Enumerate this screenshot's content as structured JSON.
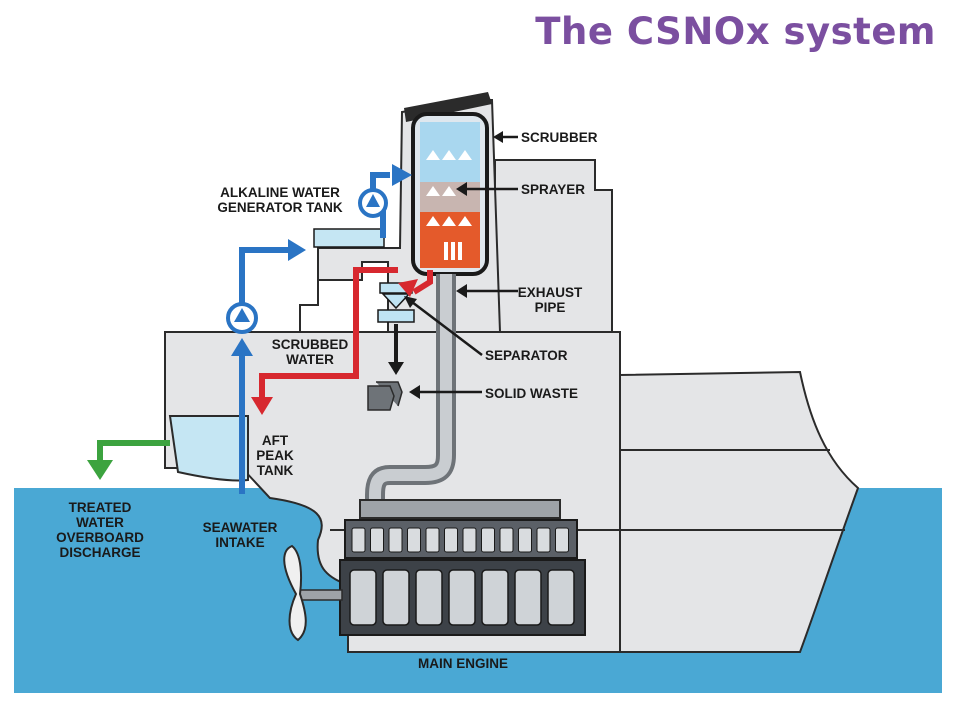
{
  "title": "The CSNOx system",
  "labels": {
    "scrubber": "SCRUBBER",
    "sprayer": "SPRAYER",
    "alkaline_line1": "ALKALINE WATER",
    "alkaline_line2": "GENERATOR TANK",
    "exhaust_line1": "EXHAUST",
    "exhaust_line2": "PIPE",
    "scrubbed_line1": "SCRUBBED",
    "scrubbed_line2": "WATER",
    "separator": "SEPARATOR",
    "solid_waste": "SOLID WASTE",
    "aft_line1": "AFT",
    "aft_line2": "PEAK",
    "aft_line3": "TANK",
    "treated_line1": "TREATED",
    "treated_line2": "WATER",
    "treated_line3": "OVERBOARD",
    "treated_line4": "DISCHARGE",
    "seawater_line1": "SEAWATER",
    "seawater_line2": "INTAKE",
    "main_engine": "MAIN ENGINE"
  },
  "colors": {
    "title": "#7b4fa0",
    "sea": "#4aa8d4",
    "hull": "#e4e5e7",
    "blue_flow": "#2a74c4",
    "red_flow": "#d7282f",
    "green_flow": "#3ca33f"
  }
}
